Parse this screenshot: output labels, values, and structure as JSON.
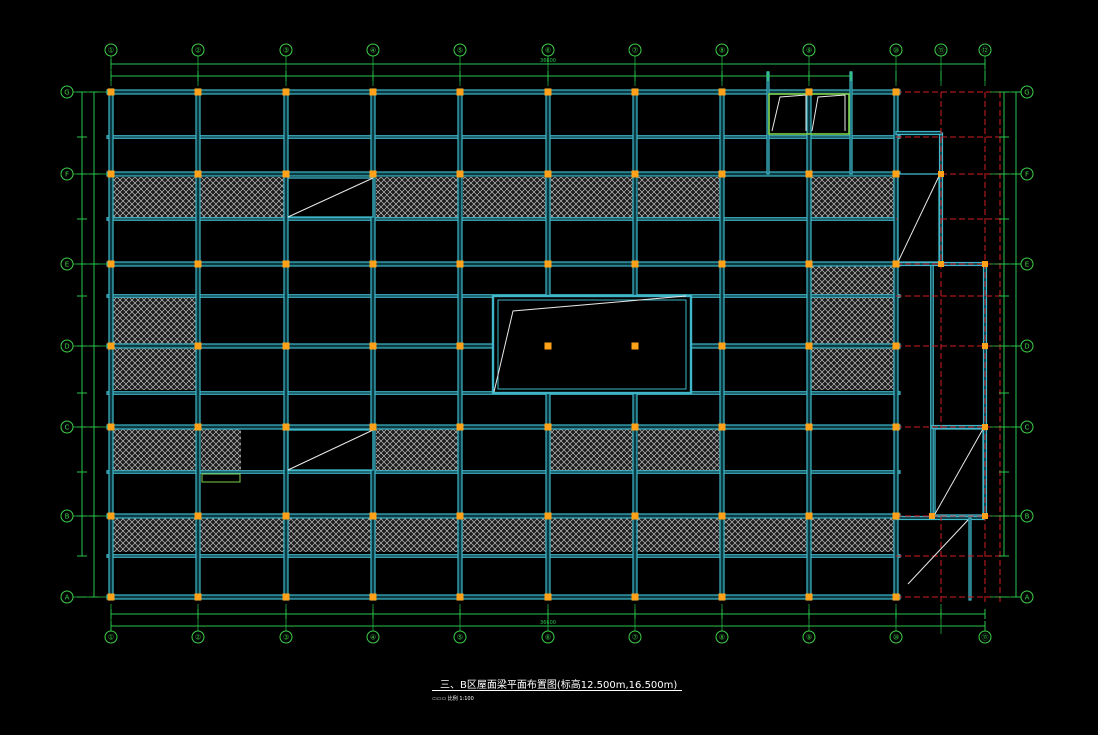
{
  "drawing": {
    "caption": "三、B区屋面梁平面布置图(标高12.500m,16.500m)",
    "scale_label": "▭▭▭ 比例 1:100",
    "colors": {
      "background": "#000000",
      "dimension": "#27c54a",
      "axis_circle": "#3fd04a",
      "beam_outline": "#3fb7c9",
      "beam_fill": "#0c3a43",
      "centerline": "#d21d22",
      "column": "#ffa21a",
      "hatch": "#cfcfcf",
      "caption": "#ffffff"
    },
    "top_axes": [
      "①",
      "②",
      "③",
      "④",
      "⑤",
      "⑥",
      "⑦",
      "⑧",
      "⑨",
      "⑩",
      "⑪",
      "⑫"
    ],
    "bottom_axes": [
      "①",
      "②",
      "③",
      "④",
      "⑤",
      "⑥",
      "⑦",
      "⑧",
      "⑨",
      "⑩",
      "⑪"
    ],
    "left_axes": [
      "G",
      "F",
      "E",
      "D",
      "C",
      "B",
      "A"
    ],
    "right_axes": [
      "G",
      "F",
      "E",
      "D",
      "C",
      "B",
      "A"
    ],
    "top_overall_dimension": "36600",
    "bottom_overall_dimension": "36600"
  }
}
